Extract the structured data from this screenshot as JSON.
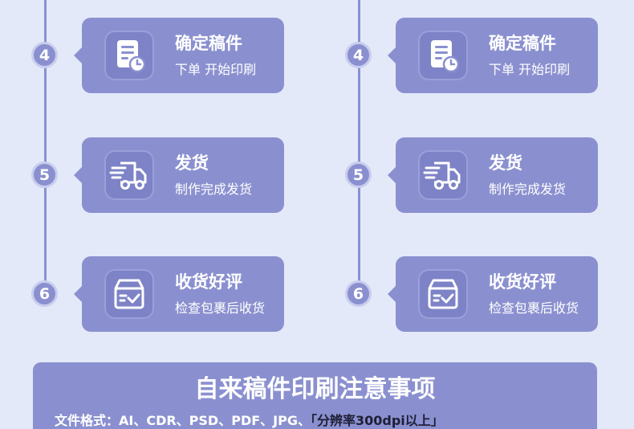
{
  "columns": [
    {
      "steps": [
        {
          "number": "4",
          "title": "确定稿件",
          "subtitle": "下单 开始印刷",
          "icon": "document-clock-icon"
        },
        {
          "number": "5",
          "title": "发货",
          "subtitle": "制作完成发货",
          "icon": "delivery-truck-icon"
        },
        {
          "number": "6",
          "title": "收货好评",
          "subtitle": "检查包裹后收货",
          "icon": "package-check-icon"
        }
      ]
    },
    {
      "steps": [
        {
          "number": "4",
          "title": "确定稿件",
          "subtitle": "下单 开始印刷",
          "icon": "document-clock-icon"
        },
        {
          "number": "5",
          "title": "发货",
          "subtitle": "制作完成发货",
          "icon": "delivery-truck-icon"
        },
        {
          "number": "6",
          "title": "收货好评",
          "subtitle": "检查包裹后收货",
          "icon": "package-check-icon"
        }
      ]
    }
  ],
  "notice": {
    "title": "自来稿件印刷注意事项",
    "formats_text": "文件格式：AI、CDR、PSD、PDF、JPG、",
    "resolution_text": "「分辨率300dpi以上」"
  },
  "colors": {
    "background": "#e3e9f8",
    "card": "#8a90cf",
    "text": "#ffffff"
  }
}
